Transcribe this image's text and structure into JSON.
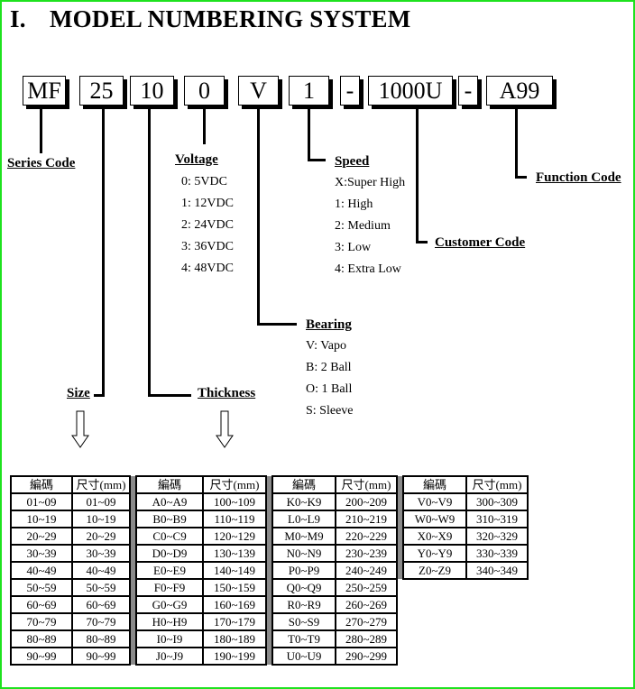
{
  "title": {
    "number": "I.",
    "text": "MODEL NUMBERING SYSTEM"
  },
  "model_code": {
    "segments": [
      "MF",
      "25",
      "10",
      "0",
      "V",
      "1",
      "-",
      "1000U",
      "-",
      "A99"
    ]
  },
  "labels": {
    "series_code": "Series Code",
    "size": "Size",
    "thickness": "Thickness",
    "voltage": "Voltage",
    "bearing": "Bearing",
    "speed": "Speed",
    "customer_code": "Customer Code",
    "function_code": "Function Code"
  },
  "voltage_options": [
    "0: 5VDC",
    "1: 12VDC",
    "2: 24VDC",
    "3: 36VDC",
    "4: 48VDC"
  ],
  "bearing_options": [
    "V: Vapo",
    "B: 2 Ball",
    "O: 1 Ball",
    "S: Sleeve"
  ],
  "speed_options": [
    "X:Super High",
    "1: High",
    "2: Medium",
    "3: Low",
    "4: Extra Low"
  ],
  "size_table": {
    "headers": [
      "編碼",
      "尺寸(mm)"
    ],
    "groups": [
      [
        [
          "01~09",
          "01~09"
        ],
        [
          "10~19",
          "10~19"
        ],
        [
          "20~29",
          "20~29"
        ],
        [
          "30~39",
          "30~39"
        ],
        [
          "40~49",
          "40~49"
        ],
        [
          "50~59",
          "50~59"
        ],
        [
          "60~69",
          "60~69"
        ],
        [
          "70~79",
          "70~79"
        ],
        [
          "80~89",
          "80~89"
        ],
        [
          "90~99",
          "90~99"
        ]
      ],
      [
        [
          "A0~A9",
          "100~109"
        ],
        [
          "B0~B9",
          "110~119"
        ],
        [
          "C0~C9",
          "120~129"
        ],
        [
          "D0~D9",
          "130~139"
        ],
        [
          "E0~E9",
          "140~149"
        ],
        [
          "F0~F9",
          "150~159"
        ],
        [
          "G0~G9",
          "160~169"
        ],
        [
          "H0~H9",
          "170~179"
        ],
        [
          "I0~I9",
          "180~189"
        ],
        [
          "J0~J9",
          "190~199"
        ]
      ],
      [
        [
          "K0~K9",
          "200~209"
        ],
        [
          "L0~L9",
          "210~219"
        ],
        [
          "M0~M9",
          "220~229"
        ],
        [
          "N0~N9",
          "230~239"
        ],
        [
          "P0~P9",
          "240~249"
        ],
        [
          "Q0~Q9",
          "250~259"
        ],
        [
          "R0~R9",
          "260~269"
        ],
        [
          "S0~S9",
          "270~279"
        ],
        [
          "T0~T9",
          "280~289"
        ],
        [
          "U0~U9",
          "290~299"
        ]
      ],
      [
        [
          "V0~V9",
          "300~309"
        ],
        [
          "W0~W9",
          "310~319"
        ],
        [
          "X0~X9",
          "320~329"
        ],
        [
          "Y0~Y9",
          "330~339"
        ],
        [
          "Z0~Z9",
          "340~349"
        ]
      ]
    ]
  }
}
